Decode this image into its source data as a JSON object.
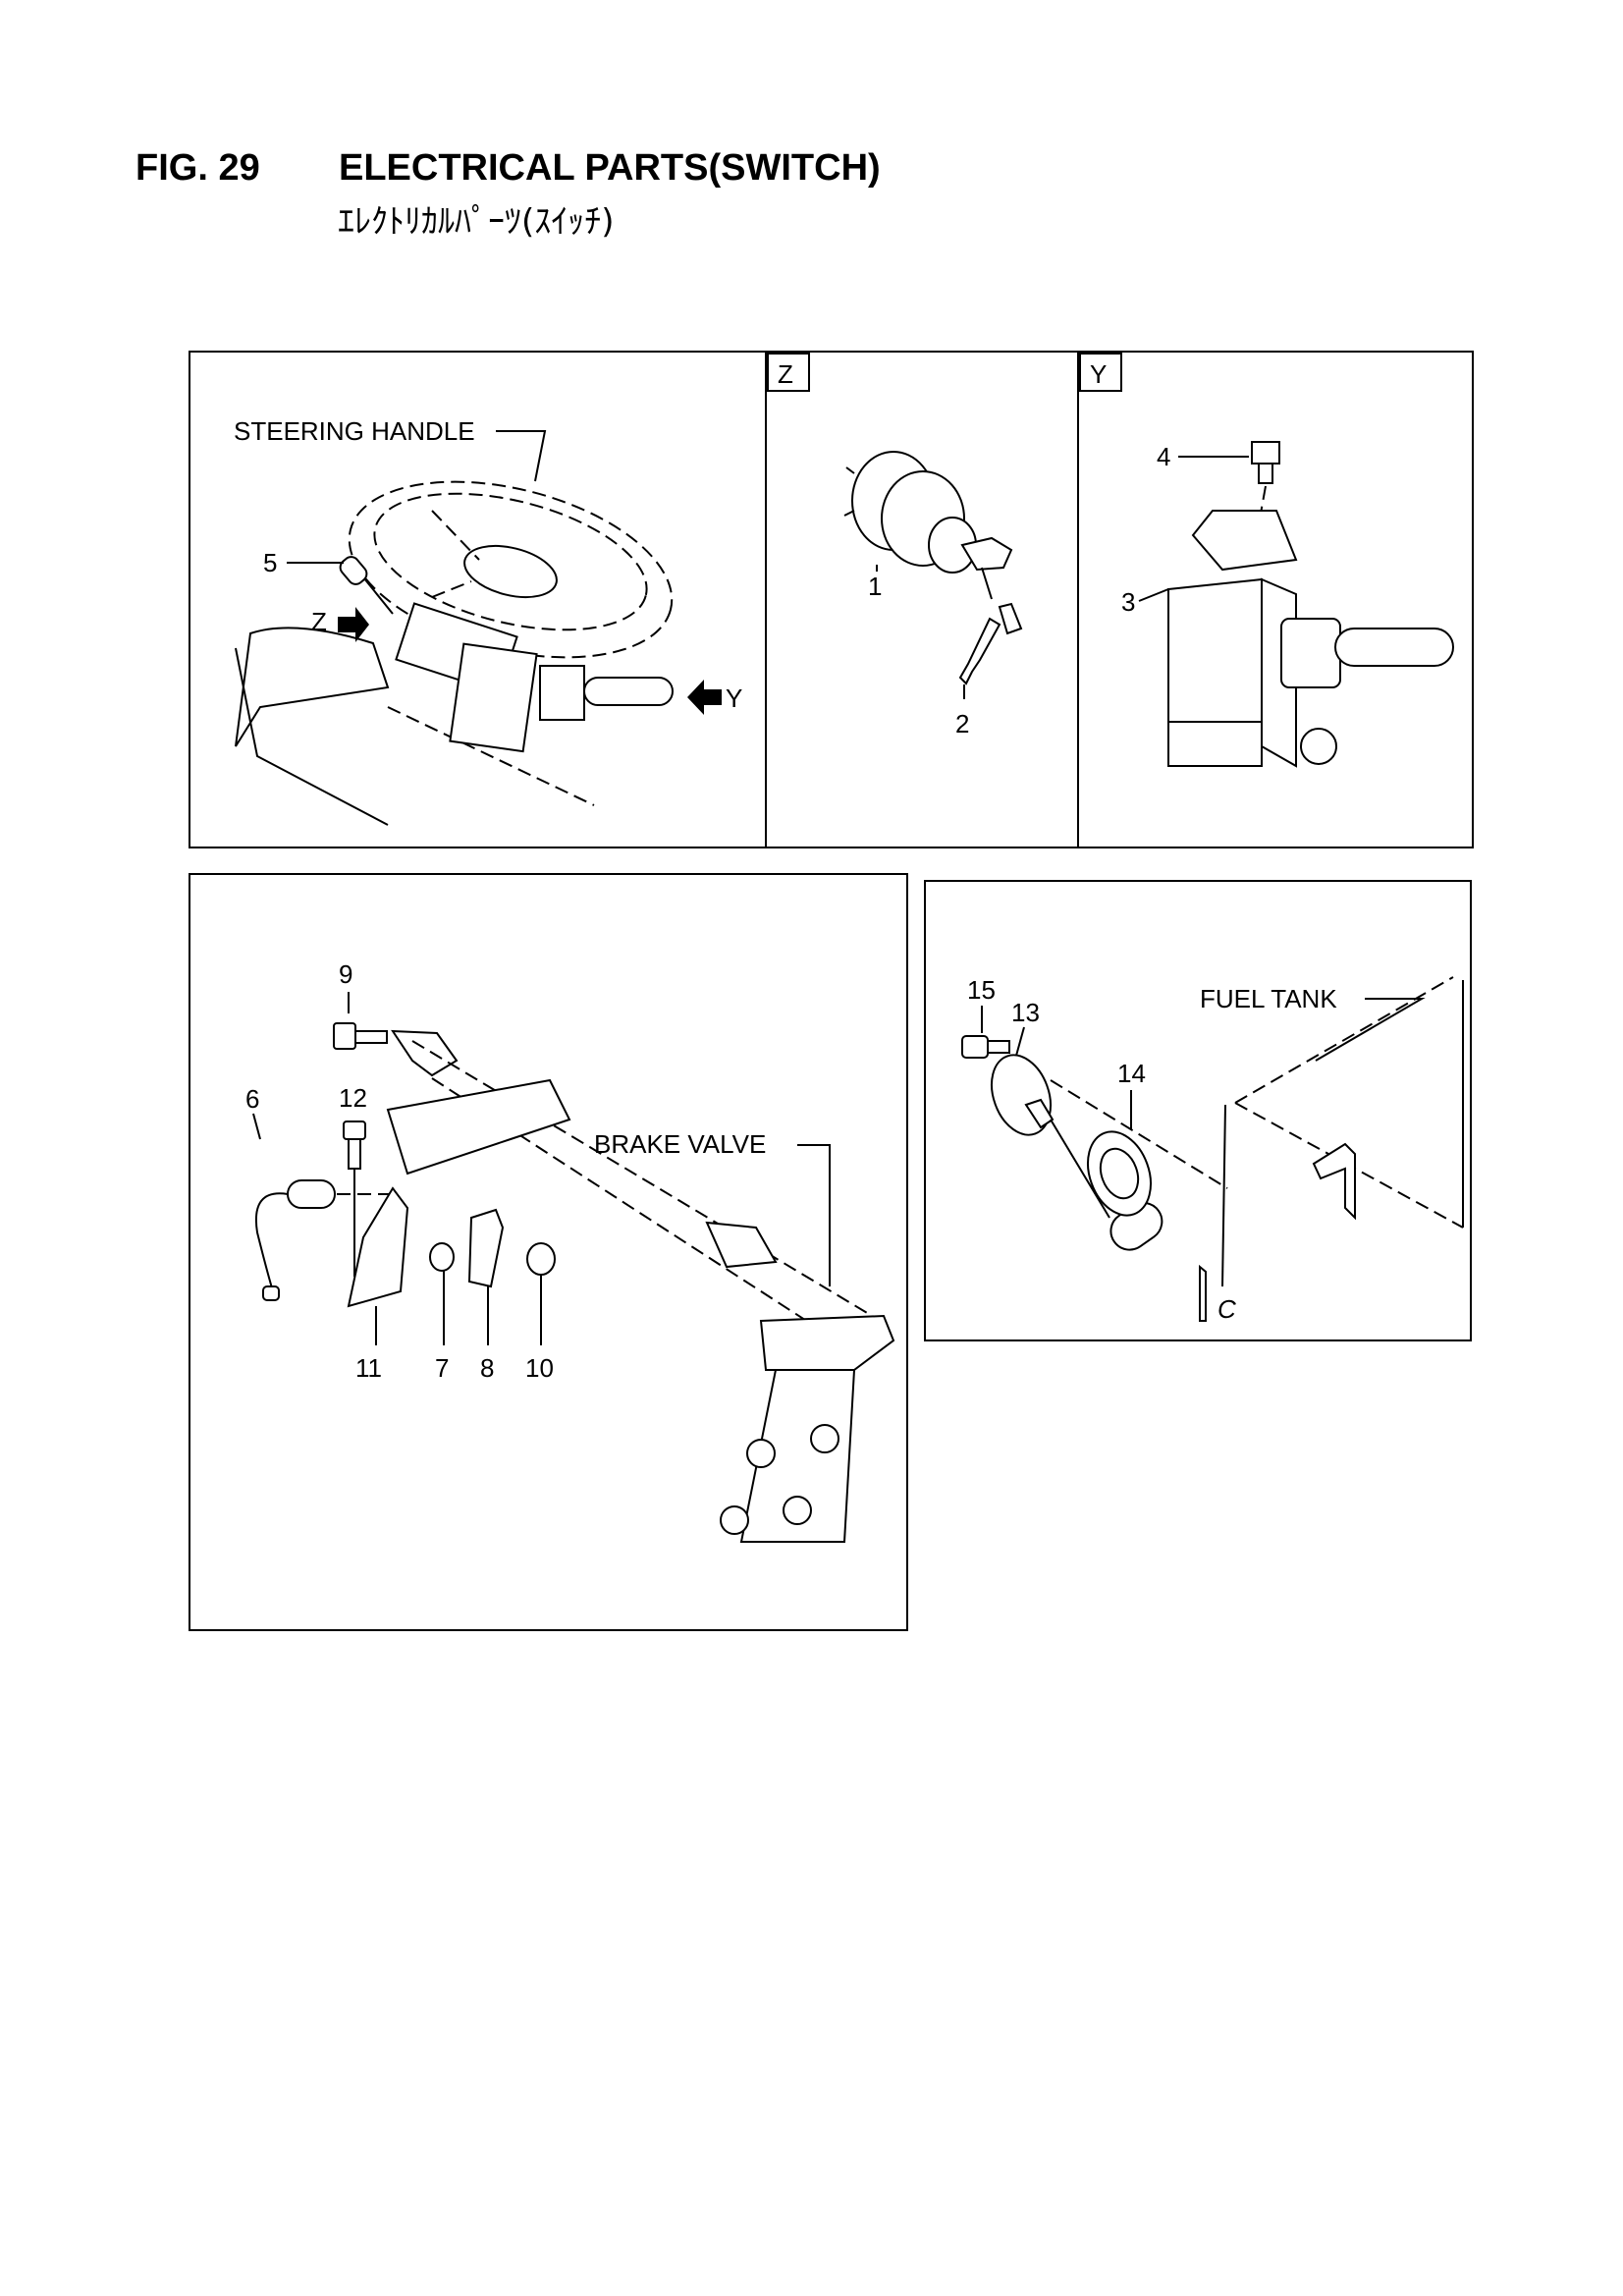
{
  "header": {
    "fig": "FIG. 29",
    "title": "ELECTRICAL PARTS(SWITCH)",
    "subtitle": "ｴﾚｸﾄﾘｶﾙﾊﾟｰﾂ(ｽｲｯﾁ)"
  },
  "panels": {
    "steering": {
      "name_label": "STEERING HANDLE",
      "arrow_z": "Z",
      "arrow_y": "Y",
      "callouts": [
        "5"
      ]
    },
    "view_z": {
      "tag": "Z",
      "callouts": [
        "1",
        "2"
      ]
    },
    "view_y": {
      "tag": "Y",
      "callouts": [
        "4",
        "3"
      ]
    },
    "brake": {
      "name_label": "BRAKE VALVE",
      "callouts": [
        "9",
        "6",
        "12",
        "11",
        "7",
        "8",
        "10"
      ]
    },
    "fuel": {
      "name_label": "FUEL TANK",
      "callouts": [
        "15",
        "13",
        "14"
      ],
      "mark": "C"
    }
  }
}
